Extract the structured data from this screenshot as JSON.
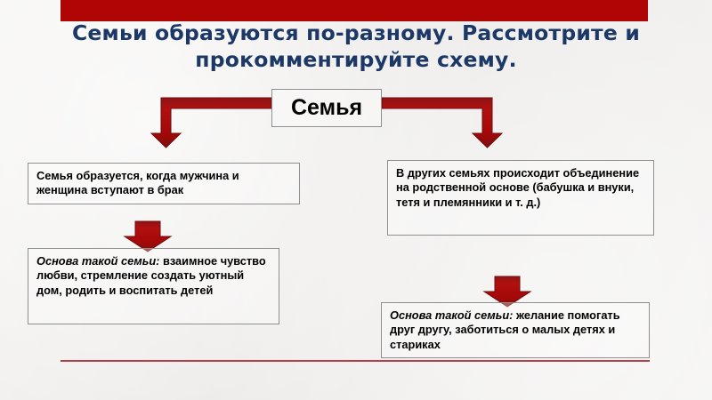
{
  "slide": {
    "title": "Семьи образуются по-разному. Рассмотрите и прокомментируйте схему.",
    "title_color": "#1b3866",
    "accent_color": "#af0505",
    "rule_color": "#b2404a",
    "box_border_color": "#8f8f8f",
    "background_color": "#f1f0ee"
  },
  "diagram": {
    "root": {
      "label": "Семья"
    },
    "branches": [
      {
        "side": "left",
        "statement": "Семья образуется, когда мужчина и женщина вступают в брак",
        "basis_lead": "Основа такой семьи:",
        "basis_text": " взаимное чувство любви, стремление создать уютный дом, родить и воспитать детей"
      },
      {
        "side": "right",
        "statement": "В других семьях происходит объединение на родственной основе (бабушка и внуки, тетя и племянники и т. д.)",
        "basis_lead": "Основа такой семьи:",
        "basis_text": " желание помогать друг другу, заботиться о малых детях и стариках"
      }
    ],
    "connectors": [
      {
        "name": "elbow-arrow-left",
        "from": "Семья",
        "to": "Семья образуется, когда мужчина и женщина вступают в брак"
      },
      {
        "name": "elbow-arrow-right",
        "from": "Семья",
        "to": "В других семьях происходит объединение на родственной основе (бабушка и внуки, тетя и племянники и т. д.)"
      },
      {
        "name": "down-arrow-left",
        "from": "Семья образуется, когда мужчина и женщина вступают в брак",
        "to": "Основа такой семьи: взаимное чувство любви, стремление создать уютный дом, родить и воспитать детей"
      },
      {
        "name": "down-arrow-right",
        "from": "В других семьях происходит объединение на родственной основе (бабушка и внуки, тетя и племянники и т. д.)",
        "to": "Основа такой семьи: желание помогать друг другу, заботиться о малых детях и стариках"
      }
    ]
  }
}
